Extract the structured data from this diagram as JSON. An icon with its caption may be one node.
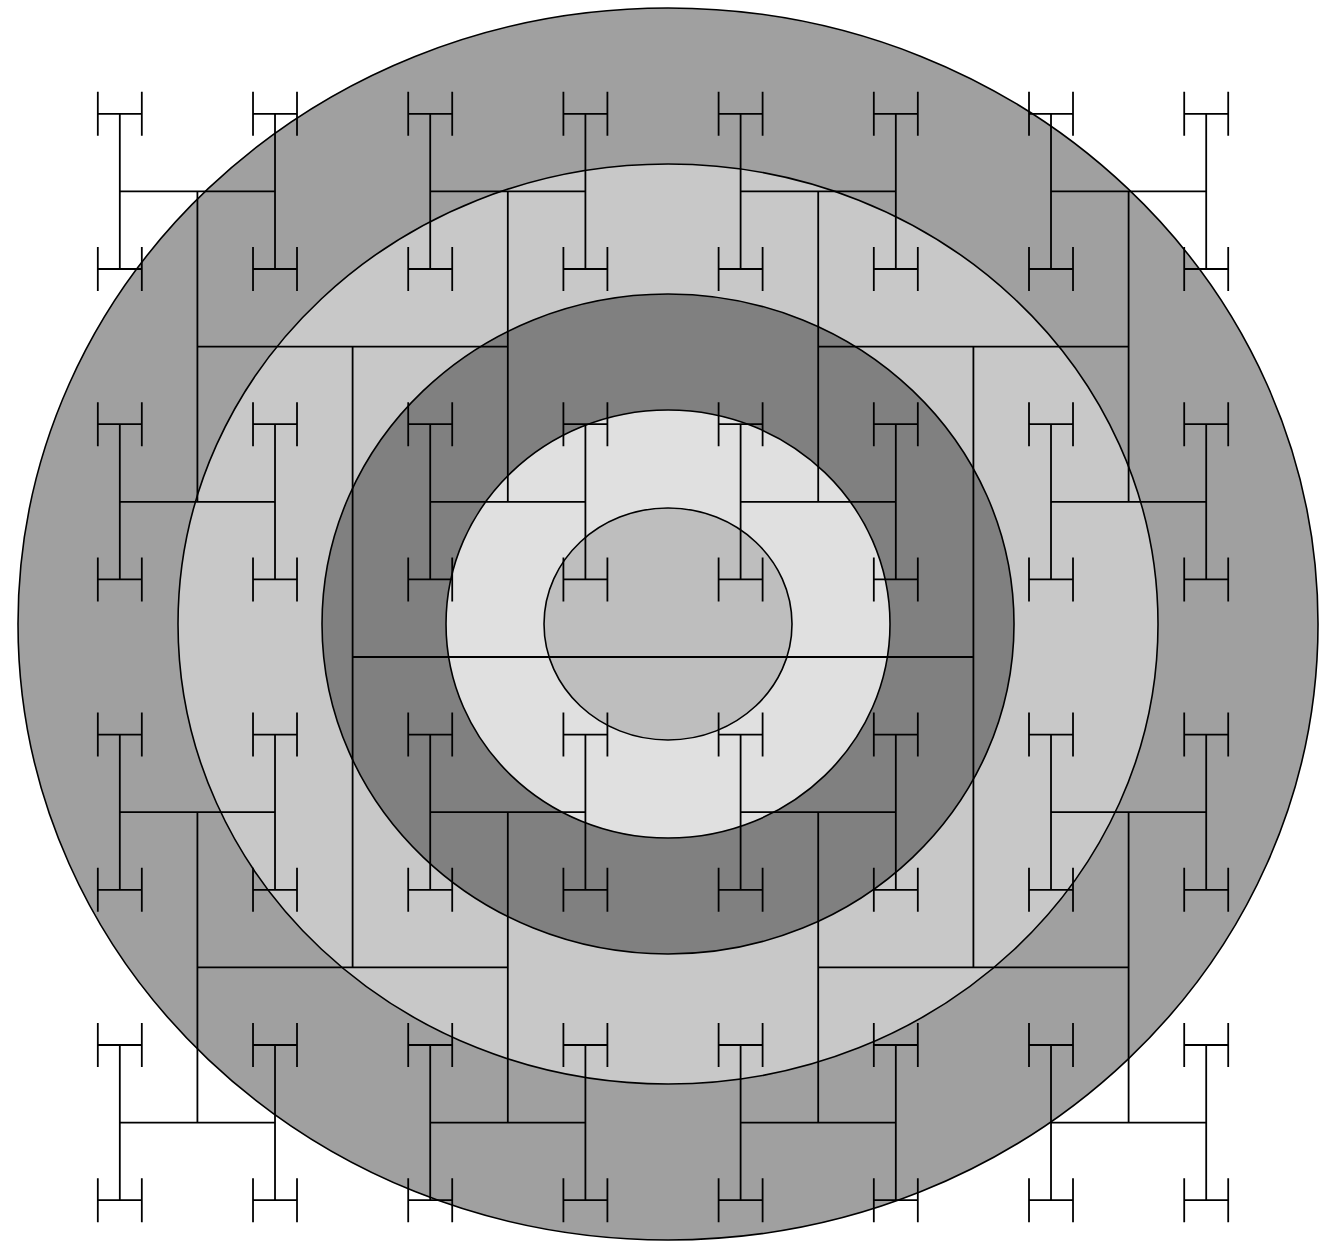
{
  "diagram": {
    "nodes": [
      {
        "text": [],
        "shape": "circle"
      },
      {
        "text": [],
        "shape": "circle",
        "in": 0
      },
      {
        "text": [],
        "shape": "circle",
        "in": 1
      },
      {
        "text": [],
        "shape": "circle",
        "in": 2
      },
      {
        "text": [],
        "shape": "circle",
        "in": 3
      }
    ]
  }
}
